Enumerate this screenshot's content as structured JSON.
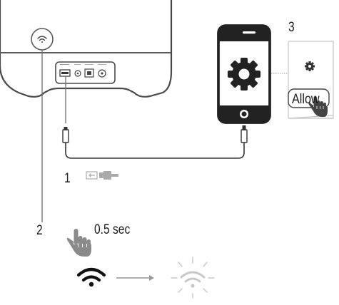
{
  "steps": {
    "step1": "1",
    "step2": "2",
    "step3": "3"
  },
  "timing": {
    "press_duration": "0.5 sec"
  },
  "dialog": {
    "allow_label": "Allow"
  },
  "speaker_panel": {
    "port_labels": [
      "",
      "",
      "",
      ""
    ]
  },
  "icons": {
    "wifi_button": "wifi-icon",
    "usb_port": "usb-port-icon",
    "phone_settings": "gear-icon",
    "dialog_settings": "gear-icon",
    "connect": "usb-connect-icon",
    "hand": "hand-press-icon",
    "arrow": "right-arrow-icon",
    "wifi_status": "wifi-signal-icon",
    "wifi_blinking": "wifi-blinking-icon"
  },
  "colors": {
    "outline": "#4a4a4a",
    "dark": "#222222",
    "light_gray": "#c8c8c8",
    "hand": "#8a8a8a"
  }
}
